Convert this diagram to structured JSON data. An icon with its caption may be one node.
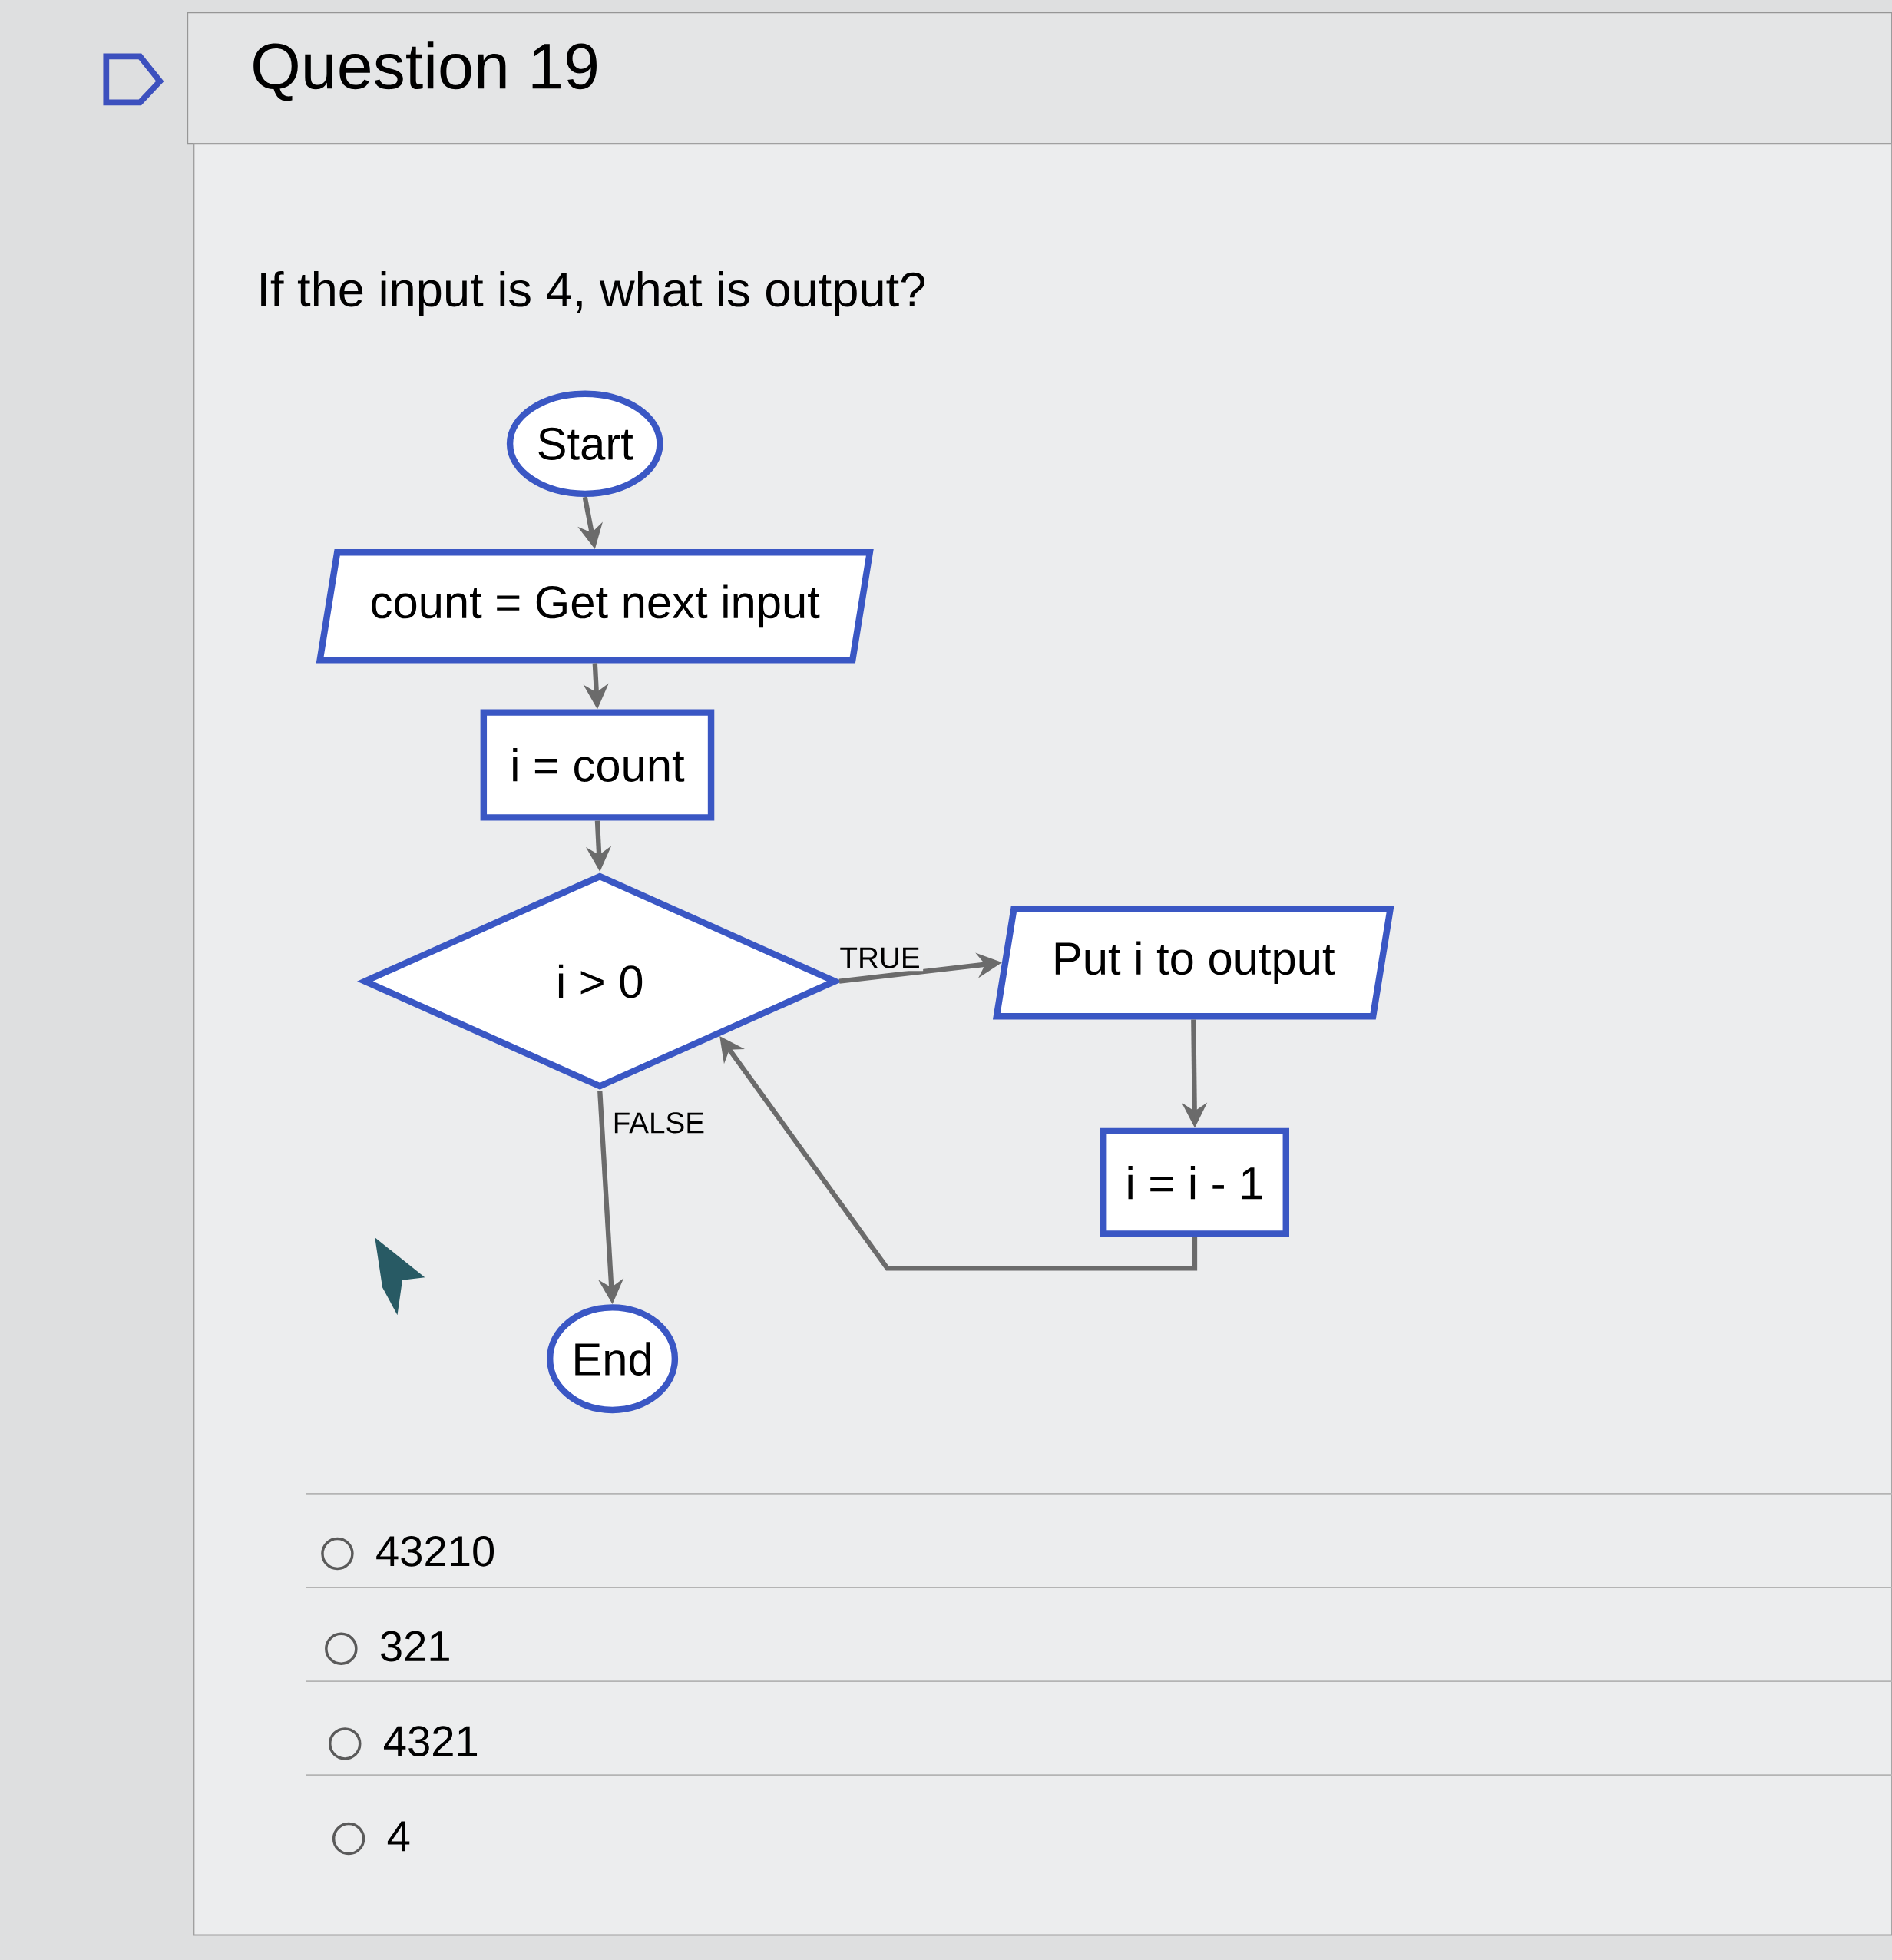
{
  "diagram": {
    "title": "Question 19",
    "nodes": [
      {
        "text": [
          "Start"
        ]
      },
      {
        "text": [
          "count = Get next input"
        ]
      },
      {
        "text": [
          "i = count"
        ]
      },
      {
        "text": [
          "i > 0"
        ]
      },
      {
        "text": [
          "Put i to output"
        ]
      },
      {
        "text": [
          "i = i - 1"
        ]
      },
      {
        "text": [
          "End"
        ]
      }
    ],
    "edges": [
      {
        "from": 0,
        "to": 1,
        "arrow": "to"
      },
      {
        "from": 1,
        "to": 2,
        "arrow": "to"
      },
      {
        "from": 2,
        "to": 3,
        "arrow": "to"
      },
      {
        "from": 3,
        "to": 4,
        "arrow": "to",
        "label": "TRUE"
      },
      {
        "from": 4,
        "to": 5,
        "arrow": "to"
      },
      {
        "from": 5,
        "to": 3,
        "arrow": "to"
      },
      {
        "from": 3,
        "to": 6,
        "arrow": "to",
        "label": "FALSE"
      }
    ],
    "labels": [
      "If the input is 4, what is output?",
      "43210",
      "321",
      "4321",
      "4"
    ]
  }
}
